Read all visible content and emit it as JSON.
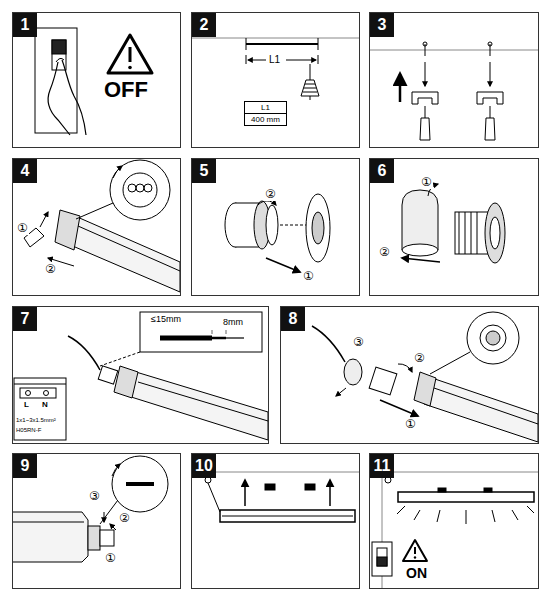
{
  "diagram": {
    "nodes": [
      {
        "text": [
          "1"
        ]
      },
      {
        "text": [
          "2"
        ]
      },
      {
        "text": [
          "L1",
          "400 mm"
        ],
        "in": 1
      },
      {
        "text": [
          "3"
        ]
      },
      {
        "text": [
          "4"
        ]
      },
      {
        "text": [
          "5"
        ]
      },
      {
        "text": [
          "6"
        ]
      },
      {
        "text": [
          "7"
        ]
      },
      {
        "text": [
          "8"
        ]
      },
      {
        "text": [
          "9"
        ]
      },
      {
        "text": [
          "10"
        ]
      },
      {
        "text": [
          "11"
        ]
      }
    ],
    "labels": [
      "OFF",
      "L1",
      "①",
      "②",
      "②",
      "①",
      "①",
      "②",
      "≤15mm",
      "8mm",
      "L",
      "N",
      "1x1~3x1.5mm²",
      "H05RN-F",
      "③",
      "②",
      "①",
      "③",
      "②",
      "①",
      "ON"
    ]
  }
}
